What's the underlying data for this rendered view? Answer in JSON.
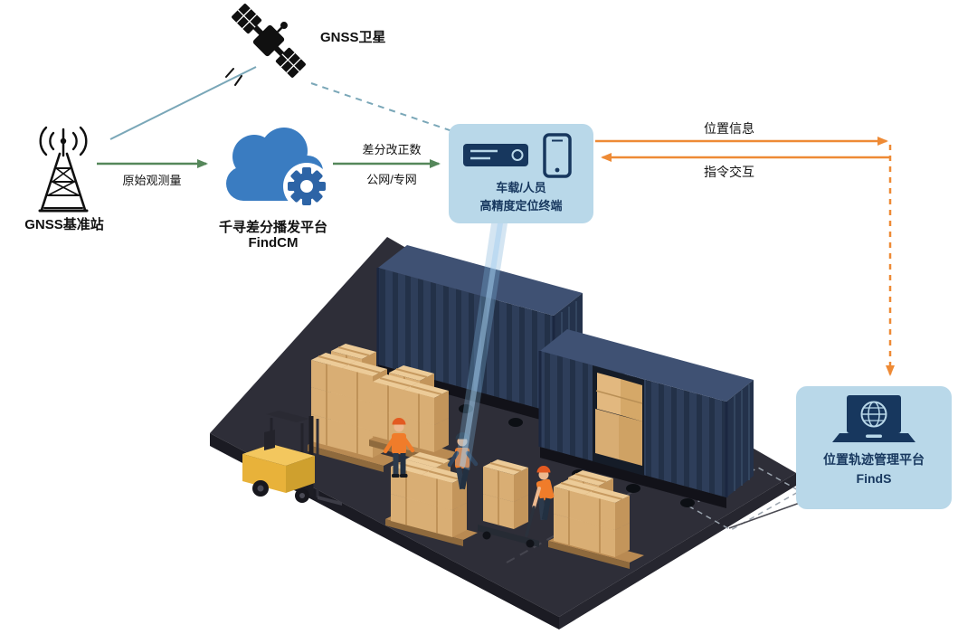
{
  "palette": {
    "node_box_bg": "#b9d8e9",
    "node_text_navy": "#17375e",
    "arrow_orange": "#ee8a35",
    "arrow_green": "#55875a",
    "satellite_link_teal": "#7aa7b8",
    "cloud_blue": "#3a7cc1",
    "gear_blue": "#2d64a6",
    "ground_dark": "#2e2e38",
    "container_navy": "#2e3e5a",
    "carton_tan": "#d9ae74",
    "forklift_yellow": "#e8b23a",
    "vest_orange": "#f07c2a"
  },
  "nodes": {
    "satellite": {
      "label": "GNSS卫星",
      "icon": "satellite-icon"
    },
    "base_station": {
      "label": "GNSS基准站",
      "icon": "radio-tower-icon"
    },
    "cloud_platform": {
      "line1": "千寻差分播发平台",
      "line2": "FindCM",
      "icon": "cloud-gear-icon"
    },
    "terminal": {
      "line1": "车载/人员",
      "line2": "高精度定位终端",
      "icons": [
        "vehicle-terminal-icon",
        "smartphone-icon"
      ]
    },
    "management_platform": {
      "line1": "位置轨迹管理平台",
      "line2": "FindS",
      "icon": "laptop-globe-icon"
    }
  },
  "edges": {
    "raw_observation": {
      "label": "原始观测量",
      "from": "base_station",
      "to": "cloud_platform"
    },
    "corrections": {
      "line1": "差分改正数",
      "line2": "公网/专网",
      "from": "cloud_platform",
      "to": "terminal"
    },
    "position_info": {
      "label": "位置信息",
      "from": "terminal",
      "to": "management_platform"
    },
    "command_interaction": {
      "label": "指令交互",
      "from": "management_platform",
      "to": "terminal"
    }
  }
}
